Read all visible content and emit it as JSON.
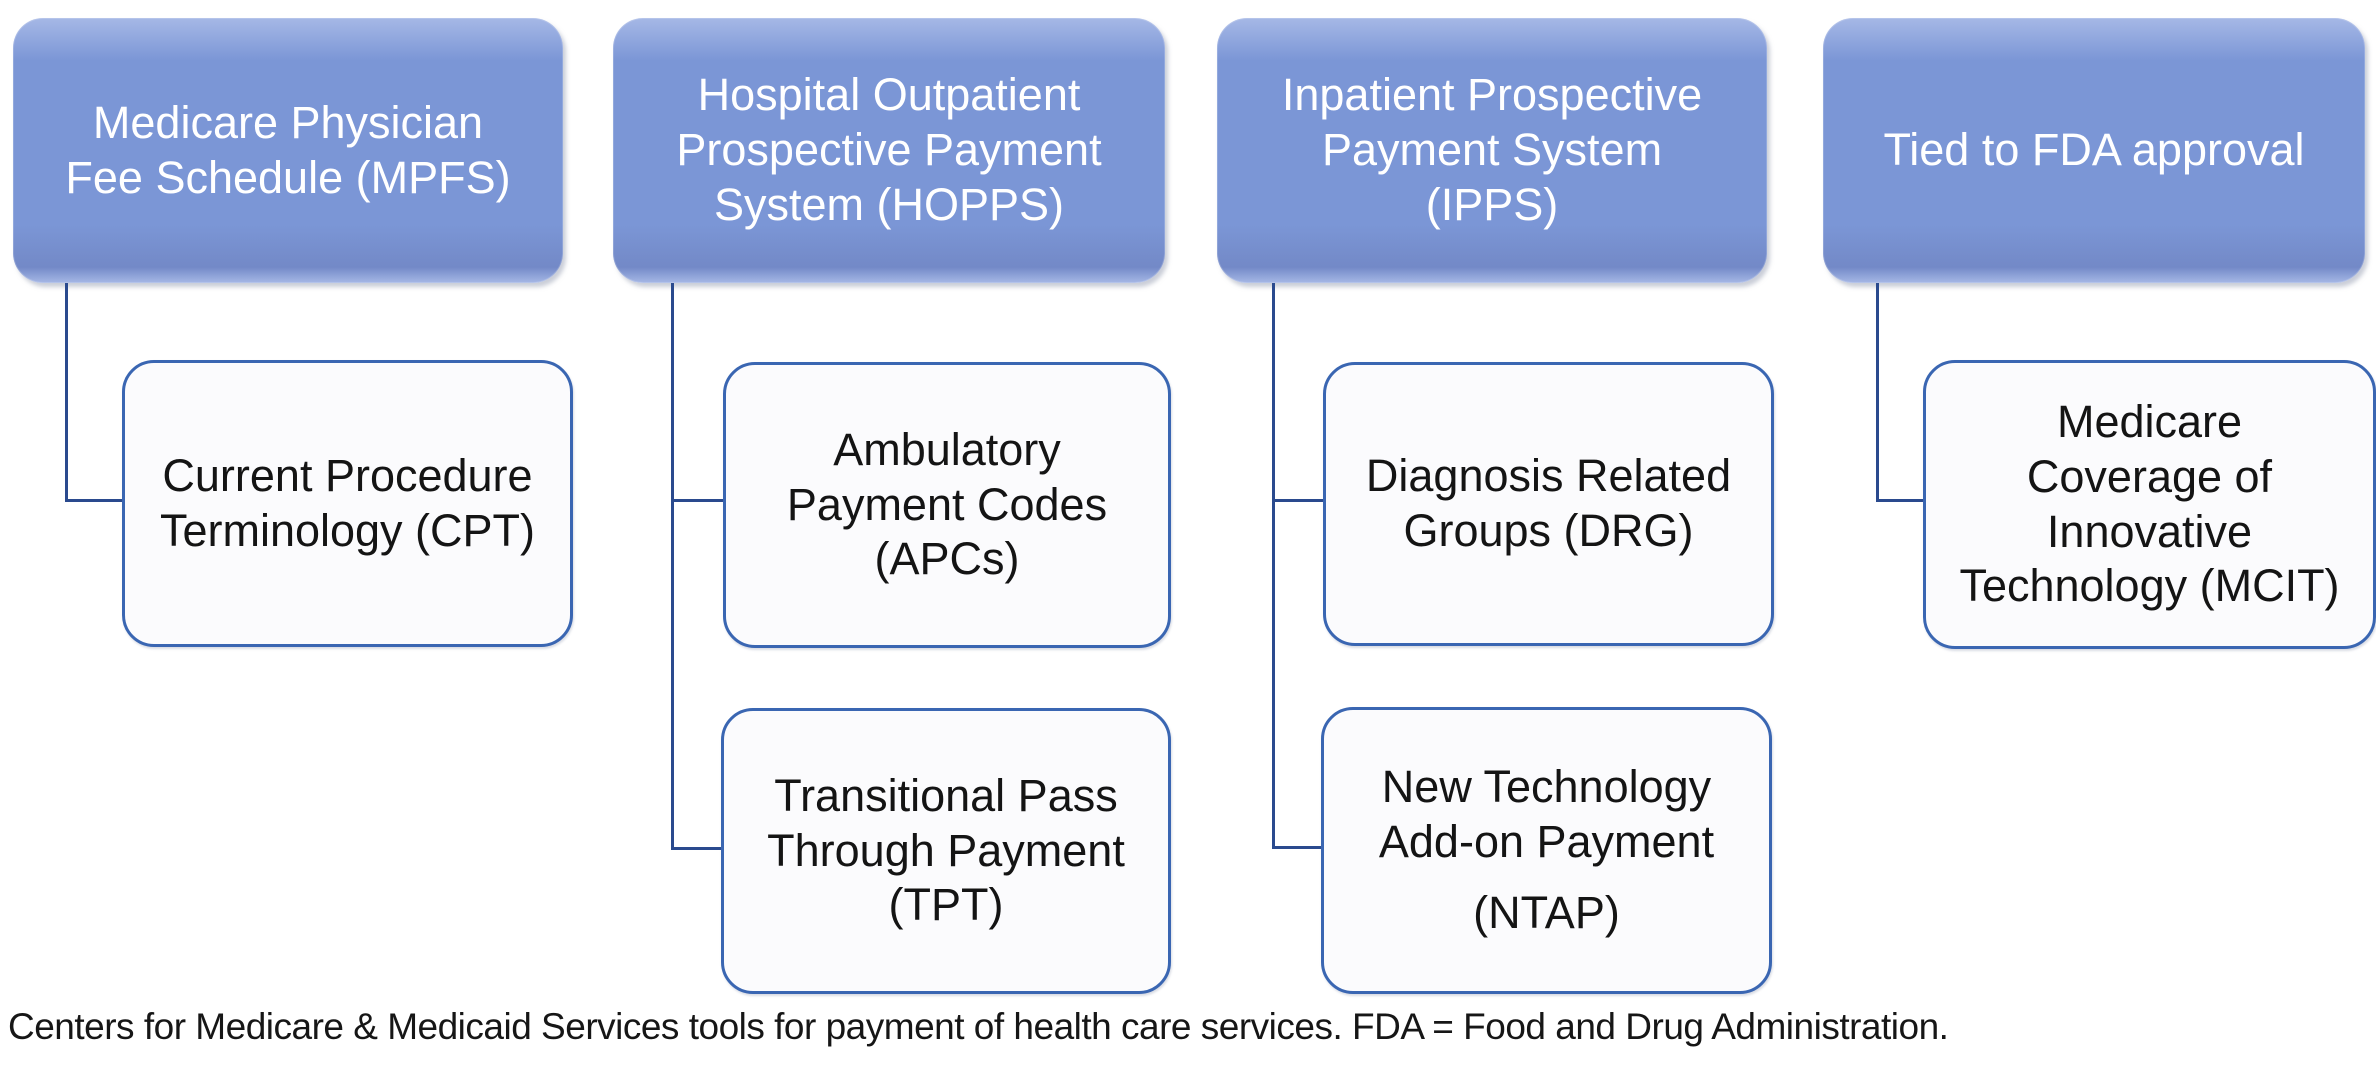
{
  "palette": {
    "page_bg": "#FFFFFF",
    "header_fill": "#7B96D6",
    "header_highlight": "#A6B8E6",
    "header_edge": "#7389C7",
    "header_text": "#FFFFFF",
    "child_fill": "#FBFBFD",
    "child_border": "#3A66B2",
    "child_text": "#141414",
    "connector": "#2A4A8E",
    "caption_text": "#161616"
  },
  "diagram": {
    "columns": [
      {
        "header": {
          "label": "Medicare Physician\nFee Schedule (MPFS)"
        },
        "children": [
          {
            "label": "Current Procedure\nTerminology (CPT)"
          }
        ]
      },
      {
        "header": {
          "label": "Hospital Outpatient\nProspective Payment\nSystem (HOPPS)"
        },
        "children": [
          {
            "label": "Ambulatory\nPayment Codes\n(APCs)"
          },
          {
            "label": "Transitional Pass\nThrough Payment\n(TPT)"
          }
        ]
      },
      {
        "header": {
          "label": "Inpatient Prospective\nPayment System\n(IPPS)"
        },
        "children": [
          {
            "label": "Diagnosis Related\nGroups (DRG)"
          },
          {
            "label": "New Technology\nAdd-on Payment",
            "label2": "(NTAP)"
          }
        ]
      },
      {
        "header": {
          "label": "Tied to FDA approval"
        },
        "children": [
          {
            "label": "Medicare\nCoverage of\nInnovative\nTechnology (MCIT)"
          }
        ]
      }
    ]
  },
  "caption": "Centers for Medicare & Medicaid Services tools for payment of health care services. FDA = Food and Drug Administration."
}
